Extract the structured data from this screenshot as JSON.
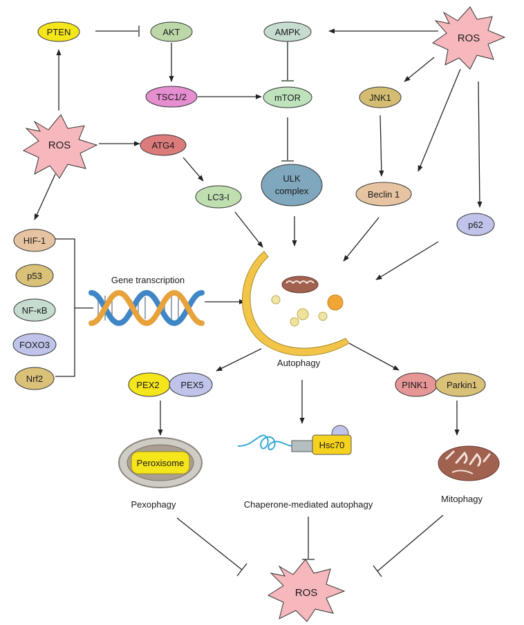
{
  "nodes": {
    "pten": {
      "label": "PTEN",
      "color": "#f5e51b"
    },
    "akt": {
      "label": "AKT",
      "color": "#bcd8a8"
    },
    "ampk": {
      "label": "AMPK",
      "color": "#c5dccf"
    },
    "ros_top": {
      "label": "ROS",
      "color": "#f6b8bd"
    },
    "tsc": {
      "label": "TSC1/2",
      "color": "#e58ed0"
    },
    "mtor": {
      "label": "mTOR",
      "color": "#bde2bc"
    },
    "jnk1": {
      "label": "JNK1",
      "color": "#d4bd72"
    },
    "ros_left": {
      "label": "ROS",
      "color": "#f6b8bd"
    },
    "atg4": {
      "label": "ATG4",
      "color": "#dc7b7b"
    },
    "lc3": {
      "label": "LC3-I",
      "color": "#bfdfb1"
    },
    "ulk_line1": {
      "label": "ULK",
      "color": "#7fa7bd"
    },
    "ulk_line2": {
      "label": "complex"
    },
    "beclin": {
      "label": "Beclin 1",
      "color": "#e7c4a1"
    },
    "p62": {
      "label": "p62",
      "color": "#c0c3ea"
    },
    "hif1": {
      "label": "HIF-1",
      "color": "#e7c4a1"
    },
    "p53": {
      "label": "p53",
      "color": "#d9c178"
    },
    "nfkb": {
      "label": "NF-κB",
      "color": "#c5dccf"
    },
    "foxo3": {
      "label": "FOXO3",
      "color": "#c0c3ea"
    },
    "nrf2": {
      "label": "Nrf2",
      "color": "#d9c178"
    },
    "pex2": {
      "label": "PEX2",
      "color": "#f5e51b"
    },
    "pex5": {
      "label": "PEX5",
      "color": "#c0c3ea"
    },
    "pink1": {
      "label": "PINK1",
      "color": "#e79696"
    },
    "parkin1": {
      "label": "Parkin1",
      "color": "#d9c178"
    },
    "peroxisome": {
      "label": "Peroxisome",
      "color": "#f5e51b"
    },
    "hsc70": {
      "label": "Hsc70",
      "color": "#f5d21e"
    },
    "ros_bottom": {
      "label": "ROS",
      "color": "#f6b8bd"
    }
  },
  "captions": {
    "gene_transcription": "Gene transcription",
    "autophagy": "Autophagy",
    "pexophagy": "Pexophagy",
    "cma": "Chaperone-mediated autophagy",
    "mitophagy": "Mitophagy"
  },
  "colors": {
    "autophagosome": "#f2c548",
    "mitochondrion": "#a0614f",
    "dna_blue": "#3f86c6",
    "dna_orange": "#e7a23b",
    "chaperone_string": "#35a8d6"
  },
  "icons": [
    "autophagosome-icon",
    "dna-helix-icon",
    "peroxisome-icon",
    "chaperone-complex-icon",
    "mitochondrion-icon"
  ]
}
